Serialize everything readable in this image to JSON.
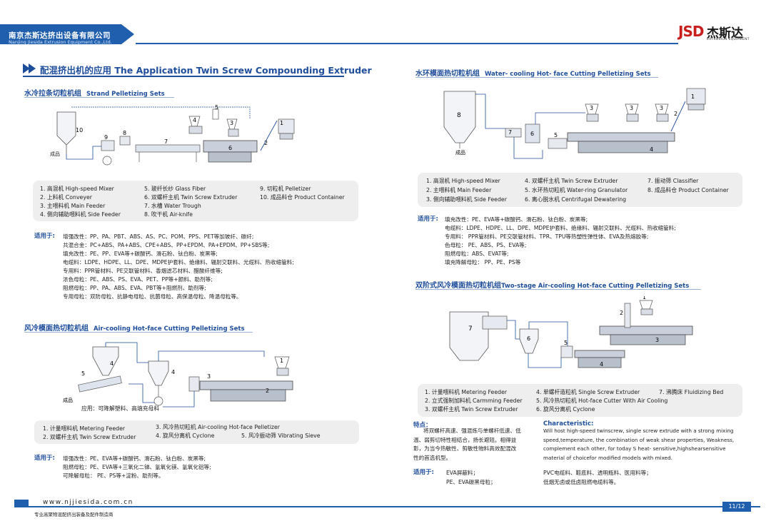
{
  "header": {
    "company_cn": "南京杰斯达挤出设备有限公司",
    "company_en": "Nanjing Jiesida Extrusion Equipment Co.,Ltd.",
    "logo_mark": "JSD",
    "logo_cn": "杰斯达",
    "logo_sub": "EXTRUSION EQUIPMENT"
  },
  "main_title": "配混挤出机的应用 The Application Twin Screw Compounding Extruder",
  "strand": {
    "title_cn": "水冷拉条切粒机组",
    "title_en": "Strand Pelletizing Sets",
    "diagram_labels": {
      "product": "成品",
      "n": [
        "1",
        "2",
        "3",
        "4",
        "5",
        "6",
        "7",
        "8",
        "9",
        "10"
      ]
    },
    "legend": [
      [
        "1. 高混机   High-speed Mixer",
        "5. 玻纤长纱  Glass Fiber",
        "9. 切粒机    Pelletizer"
      ],
      [
        "2. 上料机   Conveyer",
        "6. 双螺杆主机   Twin Screw Extruder",
        "10. 成品料仓  Product Container"
      ],
      [
        "3. 主喂料机   Main Feeder",
        "7. 水槽    Water Trough",
        ""
      ],
      [
        "4. 侧向辅助喂料机  Side Feeder",
        "8. 吹干机   Air-knife",
        ""
      ]
    ],
    "app_label": "适用于:",
    "app_rows": [
      "增强改性：PP、PA、PBT、ABS、AS、PC、POM、PPS、PET等加玻纤、碳纤;",
      "共混合金：PC+ABS、PA+ABS、CPE+ABS、PP+EPDM、PA+EPDM、PP+SBS等;",
      "填充改性：PE、PP、EVA等+碳酸钙、滑石粉、钛白粉、炭黑等;",
      "电缆料：LDPE、HDPE、LL、DPE、MDPE护套料、绝缘料、辐射交联料、光缆料、热收缩管料;",
      "专用料：PPR管材料、PE交联管材料、香烟滤芯材料、醋酸纤维等;",
      "浓色母粒：PE、ABS、PS、EVA、PET、PP等+颜料、助剂等;",
      "阻燃母粒：PP、PA、ABS、EVA、PBT等+阻燃剂、助剂等;",
      "专用母粒：双防母粒、抗静电母粒、抗菌母粒、高保温母粒、降温母粒等。"
    ]
  },
  "aircool": {
    "title_cn": "风冷模面热切粒机组",
    "title_en": "Air-cooling Hot-face Cutting Pelletizing Sets",
    "diagram_labels": {
      "product": "成品",
      "n": [
        "1",
        "2",
        "3",
        "4",
        "4",
        "5"
      ]
    },
    "note": "应用：可降解塑料、高填充母料",
    "legend": [
      [
        "1. 计量喂料机  Metering Feeder",
        "3. 风冷热切粒机   Air-cooling Hot-face Pelletizer",
        ""
      ],
      [
        "2. 双螺杆主机  Twin Screw Extruder",
        "4. 旋风分离机   Cyclone",
        "5. 风冷振动筛   Vibrating Sieve"
      ]
    ],
    "app_label": "适用于:",
    "app_rows": [
      "增强改性：PE、EVA等+碳酸钙、滑石粉、钛白粉、炭黑等;",
      "阻燃母粒：PE、EVA等+三氧化二锑、氢氧化镁、氢氧化铝等;",
      "可降解母粒：  PE、PS等+淀粉、助剂等。"
    ]
  },
  "water": {
    "title_cn": "水环模面热切粒机组",
    "title_en": "Water- cooling Hot- face Cutting Pelletizing Sets",
    "diagram_labels": {
      "product": "成品",
      "n": [
        "8",
        "7",
        "6",
        "5",
        "4",
        "3",
        "3",
        "3",
        "2",
        "1"
      ]
    },
    "legend": [
      [
        "1. 高混机   High-speed Mixer",
        "4. 双螺杆主机   Twin Screw Extruder",
        "7. 振动筛   Classifier"
      ],
      [
        "2. 主喂料机  Main Feeder",
        "5. 水环热切粒机   Water-ring Granulator",
        "8. 成品料仓  Product Container"
      ],
      [
        "3. 侧向辅助喂料机  Side Feeder",
        "6. 离心脱水机   Centrifugal Dewatering",
        ""
      ]
    ],
    "app_label": "适用于:",
    "app_rows": [
      "填充改性：PE、EVA等+碳酸钙、滑石粉、钛白粉、炭黑等;",
      "电缆料：LDPE、HDPE、LL、DPE、MDPE护套料、绝缘料、辐射交联料、光缆料、热收缩管料;",
      "专用料：  PPR管材料、PE交联管材料、TPR、TPU等热塑性弹性体、EVA及热熔胶等;",
      "色母粒：  PE、ABS、PS、EVA等;",
      "阻燃母粒：ABS、EVAT等;",
      "填充降解母粒：  PP、PE、PS等"
    ]
  },
  "twostage": {
    "title_cn": "双阶式风冷模面热切粒机组",
    "title_en": "Two-stage Air-cooling Hot-face Cutting Pelletizing Sets",
    "diagram_labels": {
      "n": [
        "7",
        "6",
        "5",
        "4",
        "3",
        "2",
        "1"
      ]
    },
    "legend": [
      [
        "1. 计量喂料机   Metering Feeder",
        "4. 单螺杆造粒机   Single Screw Extruder",
        "7. 沸腾床   Fluidizing Bed"
      ],
      [
        "2. 立式强制加料机  Carmming Feeder",
        "5. 风冷热切粒机   Hot-face Cutter With Air Cooling",
        ""
      ],
      [
        "3. 双螺杆主机   Twin Screw Extruder",
        "6. 旋风分离机   Cyclone",
        ""
      ]
    ],
    "feat_label_cn": "特点：",
    "feat_cn": [
      "将双螺杆高速、强混炼与单螺杆低速、低",
      "温、弱剪切特性相结合，扬长避短。相得益",
      "彰，为当今热敏性、剪敏性物料高效配混改",
      "性的首选机型。"
    ],
    "feat_label_en": "Characteristic:",
    "feat_en": [
      "Will host high-speed twinscrew, single screw extrude with a strong mixing",
      "speed,temperature, the combination of weak shear properties, Weakness,",
      "complement each other, for today S heat- sensitive,highshearsensitive",
      "material of choicefor modified models with mixed."
    ],
    "app_label": "适用于:",
    "app_left": [
      "EVA屏蔽料；",
      "PE、EVA碳黑母粒；"
    ],
    "app_right": [
      "PVC电缆料、鞋底料、透明瓶料、医用料等；",
      "低烟无卤或低卤阻燃电缆料等。"
    ]
  },
  "footer": {
    "site": "www.njjiesida.com.cn",
    "slogan": "专业高聚物混配挤出装备及配件制造商",
    "page": "11/12"
  },
  "colors": {
    "brand": "#1f5fae",
    "title": "#1f4e9c",
    "legend_bg": "#eeeeee"
  }
}
